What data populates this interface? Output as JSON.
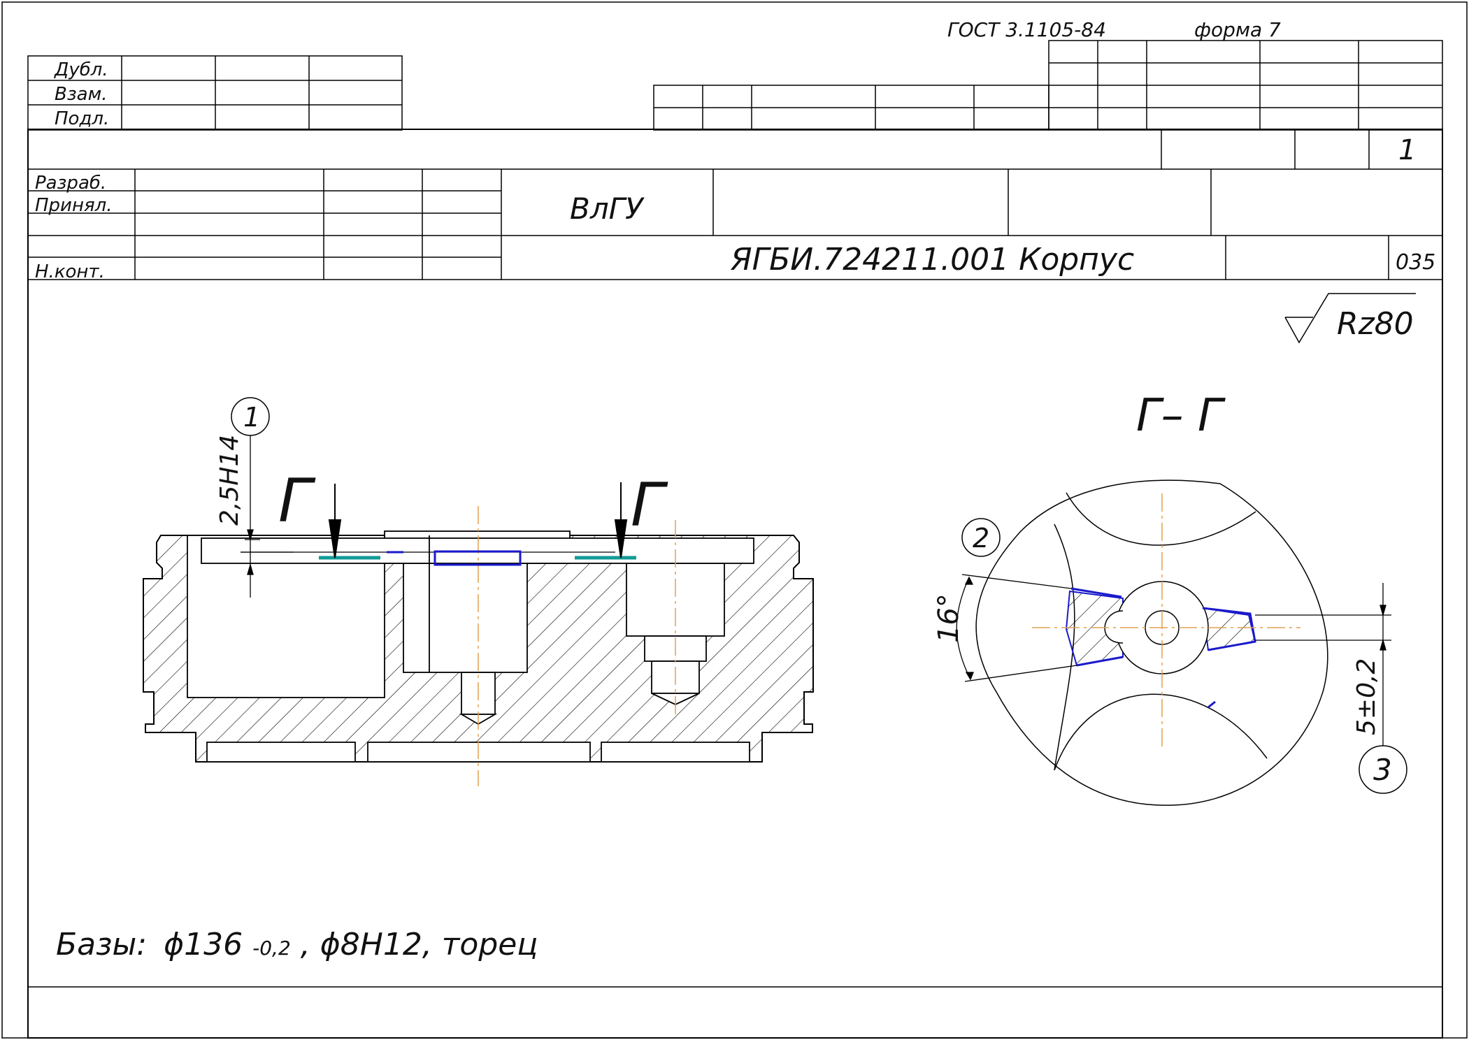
{
  "header": {
    "standard": "ГОСТ 3.1105-84",
    "form": "форма 7",
    "sheet_number": "1"
  },
  "left_stamp": {
    "labels": [
      "Дубл.",
      "Взам.",
      "Подл."
    ]
  },
  "title_block": {
    "roles": [
      "Разраб.",
      "Принял.",
      "Н.конт."
    ],
    "organization": "ВлГУ",
    "document_title": "ЯГБИ.724211.001 Корпус",
    "operation_number": "035"
  },
  "drawing": {
    "roughness": "Rz80",
    "section_letter": "Г",
    "section_title": "Г– Г",
    "datum_1": "1",
    "datum_2": "2",
    "datum_3": "3",
    "depth_dimension": "2,5Н14",
    "angle_dimension": "16°",
    "offset_dimension": "5±0,2"
  },
  "notes": {
    "bases_label": "Базы:",
    "base_1": "ϕ136",
    "base_1_tolerance": "-0,2",
    "base_2": ", ϕ8Н12, торец"
  },
  "colors": {
    "line": "#000000",
    "centerline": "#e0a050",
    "machined_surface": "#1a1acc",
    "tool_surface": "#119a96"
  }
}
